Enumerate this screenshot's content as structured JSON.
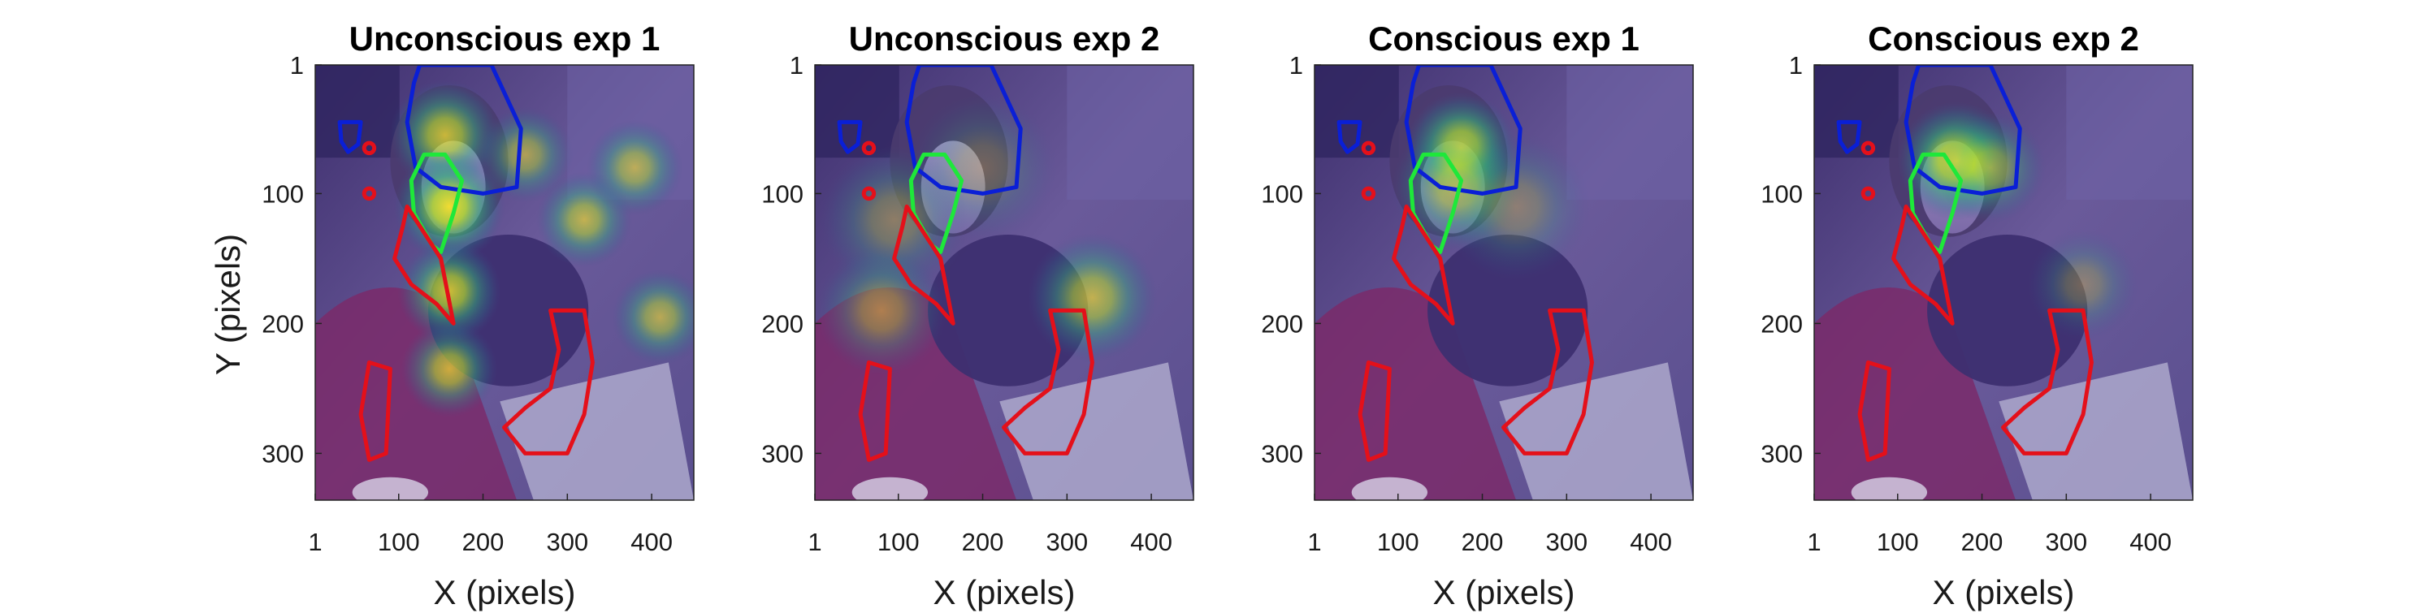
{
  "figure": {
    "description_note": "",
    "ylabel": "Y (pixels)",
    "xlabel": "X (pixels)"
  },
  "chart_data": [
    {
      "type": "heatmap",
      "title": "Unconscious exp 1",
      "xlabel": "X (pixels)",
      "ylabel": "Y (pixels)",
      "xticks": [
        1,
        100,
        200,
        300,
        400
      ],
      "yticks": [
        1,
        100,
        200,
        300
      ],
      "xlim": [
        1,
        450
      ],
      "ylim": [
        1,
        336
      ],
      "y_reversed": true,
      "hotspots": [
        {
          "x": 155,
          "y": 55,
          "intensity": 0.75,
          "sigma": 30
        },
        {
          "x": 160,
          "y": 110,
          "intensity": 0.95,
          "sigma": 30
        },
        {
          "x": 160,
          "y": 175,
          "intensity": 0.8,
          "sigma": 28
        },
        {
          "x": 160,
          "y": 235,
          "intensity": 0.7,
          "sigma": 26
        },
        {
          "x": 250,
          "y": 70,
          "intensity": 0.55,
          "sigma": 26
        },
        {
          "x": 320,
          "y": 120,
          "intensity": 0.65,
          "sigma": 26
        },
        {
          "x": 380,
          "y": 80,
          "intensity": 0.6,
          "sigma": 26
        },
        {
          "x": 410,
          "y": 195,
          "intensity": 0.6,
          "sigma": 26
        }
      ]
    },
    {
      "type": "heatmap",
      "title": "Unconscious exp 2",
      "xlabel": "X (pixels)",
      "ylabel": "",
      "xticks": [
        1,
        100,
        200,
        300,
        400
      ],
      "yticks": [
        1,
        100,
        200,
        300
      ],
      "xlim": [
        1,
        450
      ],
      "ylim": [
        1,
        336
      ],
      "y_reversed": true,
      "hotspots": [
        {
          "x": 95,
          "y": 120,
          "intensity": 0.35,
          "sigma": 40
        },
        {
          "x": 80,
          "y": 190,
          "intensity": 0.45,
          "sigma": 35
        },
        {
          "x": 330,
          "y": 180,
          "intensity": 0.65,
          "sigma": 35
        },
        {
          "x": 200,
          "y": 80,
          "intensity": 0.25,
          "sigma": 40
        }
      ]
    },
    {
      "type": "heatmap",
      "title": "Conscious exp 1",
      "xlabel": "X (pixels)",
      "ylabel": "",
      "xticks": [
        1,
        100,
        200,
        300,
        400
      ],
      "yticks": [
        1,
        100,
        200,
        300
      ],
      "xlim": [
        1,
        450
      ],
      "ylim": [
        1,
        336
      ],
      "y_reversed": true,
      "hotspots": [
        {
          "x": 175,
          "y": 65,
          "intensity": 0.9,
          "sigma": 30
        },
        {
          "x": 170,
          "y": 95,
          "intensity": 0.6,
          "sigma": 35
        },
        {
          "x": 240,
          "y": 110,
          "intensity": 0.3,
          "sigma": 40
        }
      ]
    },
    {
      "type": "heatmap",
      "title": "Conscious exp 2",
      "xlabel": "X (pixels)",
      "ylabel": "",
      "xticks": [
        1,
        100,
        200,
        300,
        400
      ],
      "yticks": [
        1,
        100,
        200,
        300
      ],
      "xlim": [
        1,
        450
      ],
      "ylim": [
        1,
        336
      ],
      "y_reversed": true,
      "hotspots": [
        {
          "x": 170,
          "y": 75,
          "intensity": 0.95,
          "sigma": 32
        },
        {
          "x": 210,
          "y": 80,
          "intensity": 0.5,
          "sigma": 30
        },
        {
          "x": 320,
          "y": 170,
          "intensity": 0.3,
          "sigma": 30
        }
      ]
    }
  ],
  "colors": {
    "background_tint": "#4b3c86",
    "roi_blue": "#0a1fd6",
    "roi_green": "#1ee83a",
    "roi_red": "#e4101a",
    "colormap": [
      "#440154",
      "#3b528b",
      "#21918c",
      "#5ec962",
      "#fde725"
    ]
  }
}
